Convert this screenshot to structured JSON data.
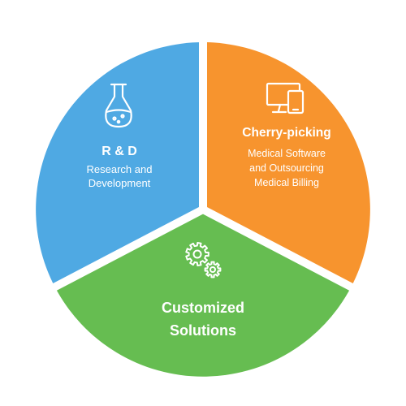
{
  "segments": [
    {
      "id": "rnd",
      "title": "R & D",
      "subtitle_lines": [
        "Research and",
        "Development"
      ],
      "color": "#4FA9E3",
      "icon": "flask-icon"
    },
    {
      "id": "cherry",
      "title": "Cherry-picking",
      "subtitle_lines": [
        "Medical Software",
        "and Outsourcing",
        "Medical Billing"
      ],
      "color": "#F7942E",
      "icon": "computer-devices-icon"
    },
    {
      "id": "custom",
      "title_lines": [
        "Customized",
        "Solutions"
      ],
      "color": "#66BD51",
      "icon": "gears-icon"
    }
  ]
}
